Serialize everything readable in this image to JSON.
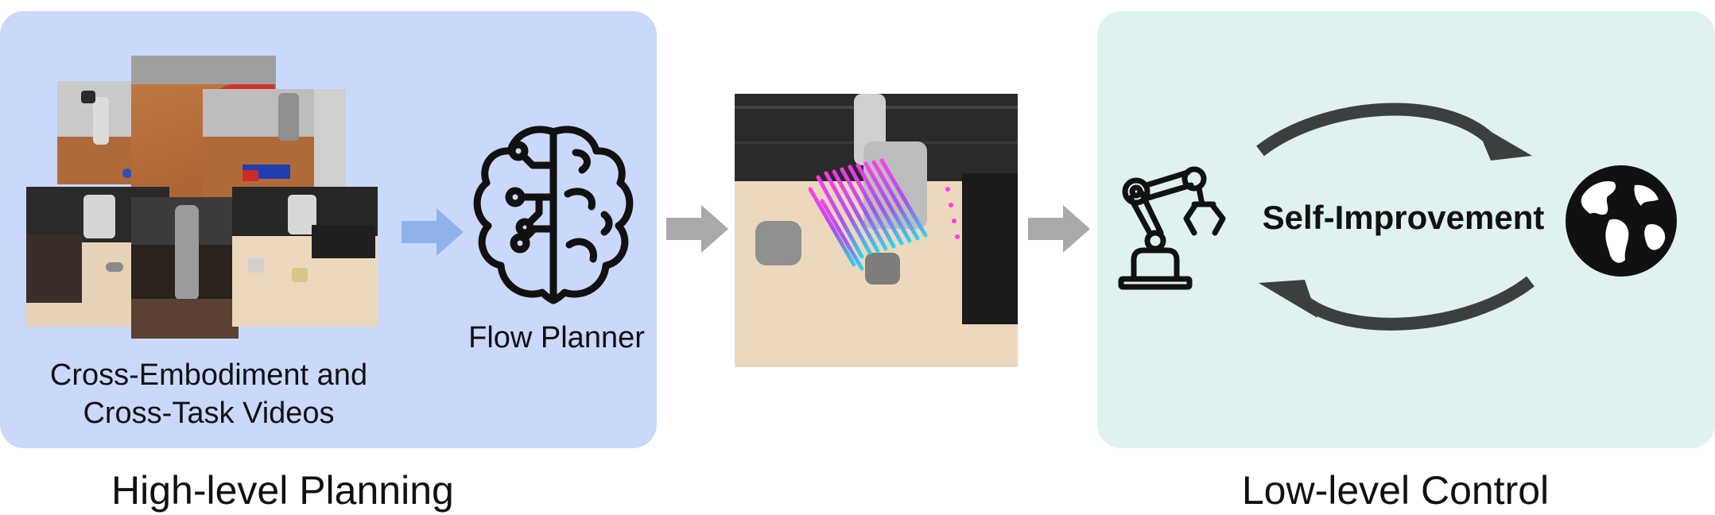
{
  "panels": {
    "left": {
      "videos_caption_line1": "Cross-Embodiment and",
      "videos_caption_line2": "Cross-Task Videos",
      "planner_label": "Flow Planner"
    },
    "right": {
      "loop_label": "Self-Improvement"
    }
  },
  "section_labels": {
    "high": "High-level Planning",
    "low": "Low-level Control"
  },
  "icons": {
    "planner": "brain-circuit-icon",
    "robot": "robot-arm-icon",
    "environment": "globe-icon",
    "flow_arrows": "arrow-right-icon",
    "loop_arrows": "curved-arrow-icon"
  },
  "colors": {
    "left_panel": "#cad9fb",
    "right_panel": "#dff2ef",
    "blue_arrow": "#8fb2ea",
    "gray_arrow": "#a9a9a9",
    "loop_arrow": "#3b3f3e",
    "flow_trail_start": "#ff39f0",
    "flow_trail_end": "#25d5ef"
  }
}
